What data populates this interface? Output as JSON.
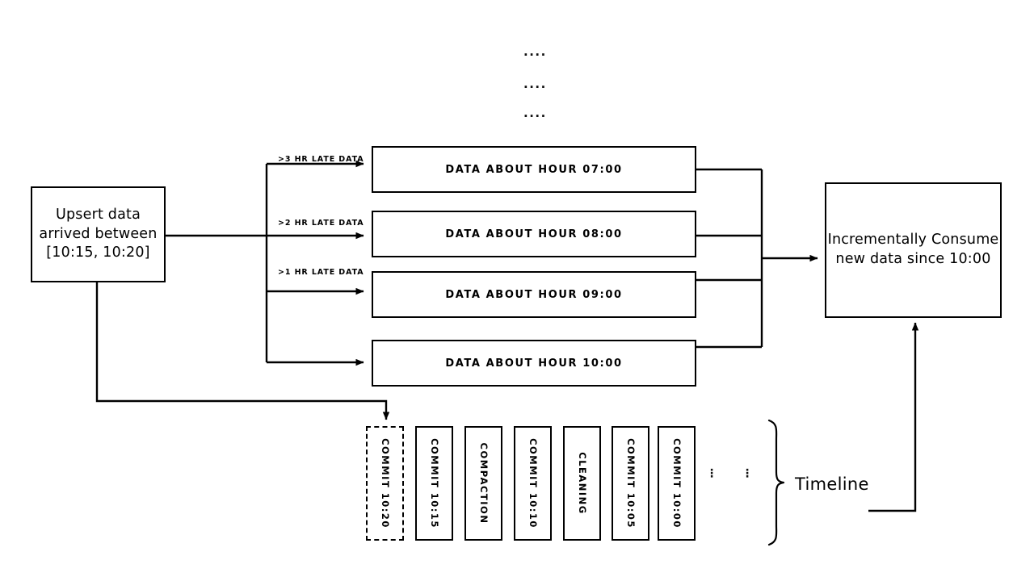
{
  "diagram": {
    "title": "Hudi incremental upsert and timeline diagram",
    "stroke_color": "#000000",
    "background_color": "#ffffff"
  },
  "source_node": {
    "line1": "Upsert data",
    "line2": "arrived between",
    "line3": "[10:15, 10:20]"
  },
  "edge_labels": [
    {
      "text": ">3 HR LATE DATA"
    },
    {
      "text": ">2 HR LATE DATA"
    },
    {
      "text": ">1 HR LATE DATA"
    }
  ],
  "ellipsis_top": [
    "....",
    "....",
    "...."
  ],
  "partition_boxes": [
    {
      "label": "DATA ABOUT HOUR 07:00"
    },
    {
      "label": "DATA ABOUT HOUR 08:00"
    },
    {
      "label": "DATA ABOUT HOUR 09:00"
    },
    {
      "label": "DATA ABOUT HOUR 10:00"
    }
  ],
  "consumer_node": {
    "line1": "Incrementally Consume",
    "line2": "new data since 10:00"
  },
  "timeline": {
    "label": "Timeline",
    "ellipsis_left": "⋮",
    "ellipsis_right": "⋮",
    "commits": [
      {
        "label": "COMMIT 10:20",
        "style": "dashed"
      },
      {
        "label": "COMMIT 10:15",
        "style": "solid"
      },
      {
        "label": "COMPACTION",
        "style": "solid"
      },
      {
        "label": "COMMIT 10:10",
        "style": "solid"
      },
      {
        "label": "CLEANING",
        "style": "solid"
      },
      {
        "label": "COMMIT 10:05",
        "style": "solid"
      },
      {
        "label": "COMMIT 10:00",
        "style": "solid"
      }
    ]
  }
}
